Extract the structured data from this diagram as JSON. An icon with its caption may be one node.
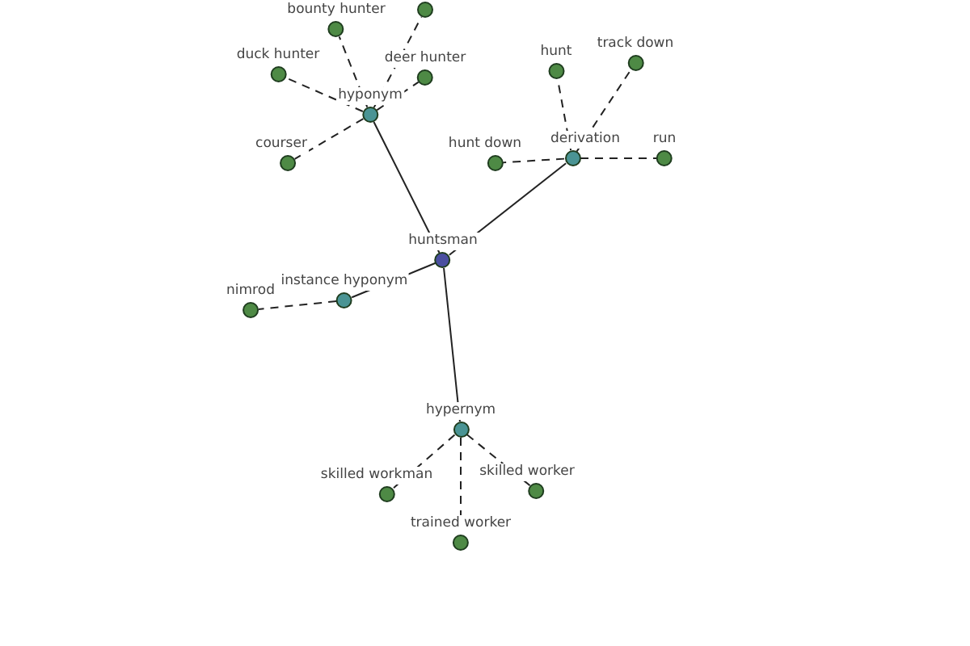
{
  "diagram": {
    "nodes": [
      {
        "text": [
          "huntsman"
        ]
      },
      {
        "text": [
          "hyponym"
        ]
      },
      {
        "text": [
          "derivation"
        ]
      },
      {
        "text": [
          "instance hyponym"
        ]
      },
      {
        "text": [
          "hypernym"
        ]
      },
      {
        "text": [
          "bounty hunter"
        ]
      },
      {
        "text": [],
        "shape": "circle"
      },
      {
        "text": [
          "duck hunter"
        ]
      },
      {
        "text": [
          "deer hunter"
        ]
      },
      {
        "text": [
          "courser"
        ]
      },
      {
        "text": [
          "hunt"
        ]
      },
      {
        "text": [
          "track down"
        ]
      },
      {
        "text": [
          "hunt down"
        ]
      },
      {
        "text": [
          "run"
        ]
      },
      {
        "text": [
          "nimrod"
        ]
      },
      {
        "text": [
          "skilled workman"
        ]
      },
      {
        "text": [
          "skilled worker"
        ]
      },
      {
        "text": [
          "trained worker"
        ]
      }
    ],
    "edges": [
      {
        "from": 0,
        "to": 1,
        "arrow": "none"
      },
      {
        "from": 0,
        "to": 2,
        "arrow": "none"
      },
      {
        "from": 0,
        "to": 3,
        "arrow": "none"
      },
      {
        "from": 0,
        "to": 4,
        "arrow": "none"
      },
      {
        "from": 1,
        "to": 5,
        "arrow": "none",
        "style": "dashed"
      },
      {
        "from": 1,
        "to": 6,
        "arrow": "none",
        "style": "dashed"
      },
      {
        "from": 1,
        "to": 7,
        "arrow": "none",
        "style": "dashed"
      },
      {
        "from": 1,
        "to": 8,
        "arrow": "none",
        "style": "dashed"
      },
      {
        "from": 1,
        "to": 9,
        "arrow": "none",
        "style": "dashed"
      },
      {
        "from": 2,
        "to": 10,
        "arrow": "none",
        "style": "dashed"
      },
      {
        "from": 2,
        "to": 11,
        "arrow": "none",
        "style": "dashed"
      },
      {
        "from": 2,
        "to": 12,
        "arrow": "none",
        "style": "dashed"
      },
      {
        "from": 2,
        "to": 13,
        "arrow": "none",
        "style": "dashed"
      },
      {
        "from": 3,
        "to": 14,
        "arrow": "none",
        "style": "dashed"
      },
      {
        "from": 4,
        "to": 15,
        "arrow": "none",
        "style": "dashed"
      },
      {
        "from": 4,
        "to": 16,
        "arrow": "none",
        "style": "dashed"
      },
      {
        "from": 4,
        "to": 17,
        "arrow": "none",
        "style": "dashed"
      }
    ]
  }
}
